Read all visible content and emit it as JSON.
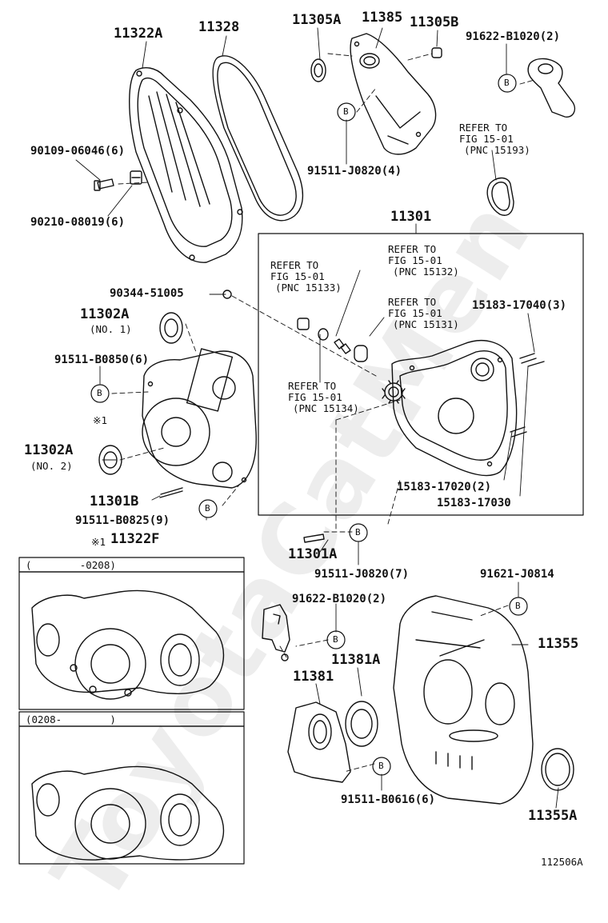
{
  "watermark": "ToyotaCatMen",
  "diagram_code": "112506A",
  "part_labels": {
    "p11322A": "11322A",
    "p11328": "11328",
    "p11305A": "11305A",
    "p11385": "11385",
    "p11305B": "11305B",
    "p91622_B1020_top": "91622-B1020(2)",
    "p90109": "90109-06046(6)",
    "p91511_J0820_4": "91511-J0820(4)",
    "p90210": "90210-08019(6)",
    "p11301": "11301",
    "p90344": "90344-51005",
    "p11302A_1": "11302A",
    "no1": "(NO. 1)",
    "p15183_17040": "15183-17040(3)",
    "p91511_B0850": "91511-B0850(6)",
    "note_mark": "※1",
    "p11302A_2": "11302A",
    "no2": "(NO. 2)",
    "p15183_17020": "15183-17020(2)",
    "p15183_17030": "15183-17030",
    "p11301B": "11301B",
    "p91511_B0825": "91511-B0825(9)",
    "p11322F_mark": "※1",
    "p11322F": "11322F",
    "p11301A": "11301A",
    "p91511_J0820_7": "91511-J0820(7)",
    "p91621_J0814": "91621-J0814",
    "p91622_B1020_mid": "91622-B1020(2)",
    "p11355": "11355",
    "p11381A": "11381A",
    "p11381": "11381",
    "p91511_B0616": "91511-B0616(6)",
    "p11355A": "11355A"
  },
  "refers": [
    {
      "l1": "REFER TO",
      "l2": "FIG 15-01",
      "l3": "(PNC 15193)"
    },
    {
      "l1": "REFER TO",
      "l2": "FIG 15-01",
      "l3": "(PNC 15132)"
    },
    {
      "l1": "REFER TO",
      "l2": "FIG 15-01",
      "l3": "(PNC 15133)"
    },
    {
      "l1": "REFER TO",
      "l2": "FIG 15-01",
      "l3": "(PNC 15131)"
    },
    {
      "l1": "REFER TO",
      "l2": "FIG 15-01",
      "l3": "(PNC 15134)"
    }
  ],
  "variants": [
    {
      "range": "(        -0208)"
    },
    {
      "range": "(0208-        )"
    }
  ],
  "bolt_marker": "B"
}
